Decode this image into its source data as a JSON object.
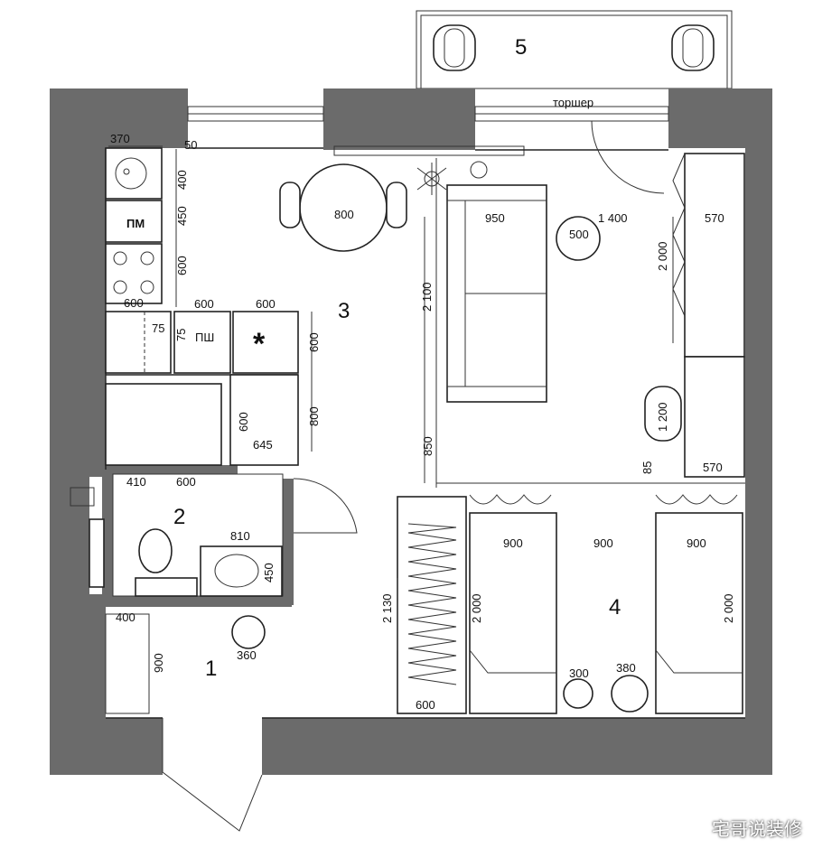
{
  "rooms": {
    "r1": "1",
    "r2": "2",
    "r3": "3",
    "r4": "4",
    "r5": "5"
  },
  "labels": {
    "torsher": "торшер",
    "pm": "ПМ",
    "star": "*",
    "dsh": "ПШ"
  },
  "dims": {
    "d370": "370",
    "d50": "50",
    "d400a": "400",
    "d450": "450",
    "d600a": "600",
    "d600b": "600",
    "d800": "800",
    "d950": "950",
    "d1400": "1 400",
    "d570a": "570",
    "d500": "500",
    "d2000a": "2 000",
    "d2100": "2 100",
    "d600c": "600",
    "d600d": "600",
    "d75a": "75",
    "d75b": "75",
    "d600e": "600",
    "d800b": "800",
    "d600f": "600",
    "d645": "645",
    "d1200": "1 200",
    "d850": "850",
    "d85": "85",
    "d570b": "570",
    "d410": "410",
    "d600g": "600",
    "d810": "810",
    "d450b": "450",
    "d400b": "400",
    "d900a": "900",
    "d360": "360",
    "d2130": "2 130",
    "d600h": "600",
    "d900b": "900",
    "d900c": "900",
    "d900d": "900",
    "d2000b": "2 000",
    "d2000c": "2 000",
    "d300": "300",
    "d380": "380"
  },
  "watermark": "宅哥说装修"
}
